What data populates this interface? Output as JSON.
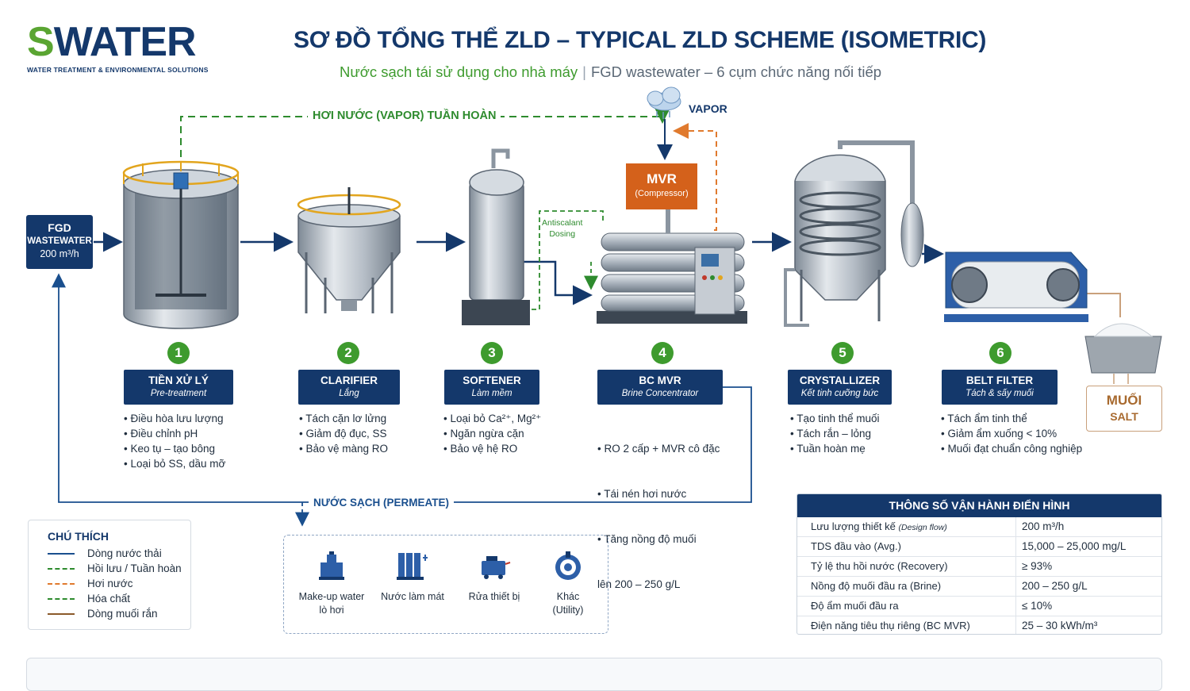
{
  "brand": {
    "logo_text_s": "S",
    "logo_text_rest": "WATER",
    "tagline": "WATER TREATMENT & ENVIRONMENTAL SOLUTIONS"
  },
  "header": {
    "title": "SƠ ĐỒ TỔNG THỂ ZLD – TYPICAL ZLD SCHEME (ISOMETRIC)",
    "subtitle_green": "Nước sạch tái sử dụng cho nhà máy",
    "subtitle_sep": "|",
    "subtitle_grey": "FGD wastewater – 6 cụm chức năng nối tiếp"
  },
  "flows": {
    "vapor_return": "HƠI NƯỚC (VAPOR) TUẦN HOÀN",
    "vapor": "VAPOR",
    "permeate": "NƯỚC SẠCH (PERMEATE)",
    "antiscalant_1": "Antiscalant",
    "antiscalant_2": "Dosing"
  },
  "input": {
    "line1": "FGD",
    "line2": "WASTEWATER",
    "line3": "200 m³/h"
  },
  "mvr": {
    "name": "MVR",
    "sub": "(Compressor)"
  },
  "stages": [
    {
      "num": "1",
      "title": "TIỀN XỬ LÝ",
      "sub": "Pre-treatment",
      "bullets": [
        "• Điều hòa lưu lượng",
        "• Điều chỉnh pH",
        "• Keo tụ – tạo bông",
        "• Loại bỏ SS, dầu mỡ"
      ]
    },
    {
      "num": "2",
      "title": "CLARIFIER",
      "sub": "Lắng",
      "bullets": [
        "• Tách cặn lơ lửng",
        "• Giảm độ đục, SS",
        "• Bảo vệ màng RO"
      ]
    },
    {
      "num": "3",
      "title": "SOFTENER",
      "sub": "Làm mềm",
      "bullets": [
        "• Loại bỏ Ca²⁺, Mg²⁺",
        "• Ngăn ngừa cặn",
        "• Bảo vệ hệ RO"
      ]
    },
    {
      "num": "4",
      "title": "BC MVR",
      "sub": "Brine Concentrator",
      "bullets": [
        "• RO 2 cấp + MVR cô đặc",
        "• Tái nén hơi nước",
        "• Tăng nồng độ muối",
        "  lên 200 – 250 g/L"
      ]
    },
    {
      "num": "5",
      "title": "CRYSTALLIZER",
      "sub": "Kết tinh cưỡng bức",
      "bullets": [
        "• Tạo tinh thể muối",
        "• Tách rắn – lỏng",
        "• Tuần hoàn mẹ"
      ]
    },
    {
      "num": "6",
      "title": "BELT FILTER",
      "sub": "Tách & sấy muối",
      "bullets": [
        "• Tách ẩm tinh thể",
        "• Giảm ẩm xuống < 10%",
        "• Muối đạt chuẩn công nghiệp"
      ]
    }
  ],
  "salt": {
    "line1": "MUỐI",
    "line2": "SALT"
  },
  "legend": {
    "title": "CHÚ THÍCH",
    "items": [
      {
        "label": "Dòng nước thải",
        "color": "#1a4f8e",
        "style": "solid"
      },
      {
        "label": "Hồi lưu / Tuần hoàn",
        "color": "#2e8b2e",
        "style": "dashed"
      },
      {
        "label": "Hơi nước",
        "color": "#e07a2e",
        "style": "dashed"
      },
      {
        "label": "Hóa chất",
        "color": "#2e8b2e",
        "style": "dashed"
      },
      {
        "label": "Dòng muối rắn",
        "color": "#8b5a2b",
        "style": "solid"
      }
    ]
  },
  "uses": [
    {
      "icon": "boiler-icon",
      "line1": "Make-up water",
      "line2": "lò hơi"
    },
    {
      "icon": "cooling-tower-icon",
      "line1": "Nước làm mát",
      "line2": ""
    },
    {
      "icon": "washer-icon",
      "line1": "Rửa thiết bị",
      "line2": ""
    },
    {
      "icon": "utility-icon",
      "line1": "Khác",
      "line2": "(Utility)"
    }
  ],
  "params": {
    "title": "THÔNG SỐ VẬN HÀNH ĐIỂN HÌNH",
    "rows": [
      {
        "key": "Lưu lượng thiết kế ",
        "key_note": "(Design flow)",
        "value": "200 m³/h"
      },
      {
        "key": "TDS đầu vào (Avg.)",
        "key_note": "",
        "value": "15,000 – 25,000 mg/L"
      },
      {
        "key": "Tỷ lệ thu hồi nước (Recovery)",
        "key_note": "",
        "value": "≥ 93%"
      },
      {
        "key": "Nồng độ muối đầu ra (Brine)",
        "key_note": "",
        "value": "200 – 250 g/L"
      },
      {
        "key": "Độ ẩm muối đầu ra",
        "key_note": "",
        "value": "≤ 10%"
      },
      {
        "key": "Điện năng tiêu thụ riêng (BC MVR)",
        "key_note": "",
        "value": "25 – 30 kWh/m³"
      }
    ]
  },
  "colors": {
    "navy": "#14386b",
    "green": "#3e9b2e",
    "orange": "#d4611b",
    "salt_brown": "#a86a2f"
  }
}
